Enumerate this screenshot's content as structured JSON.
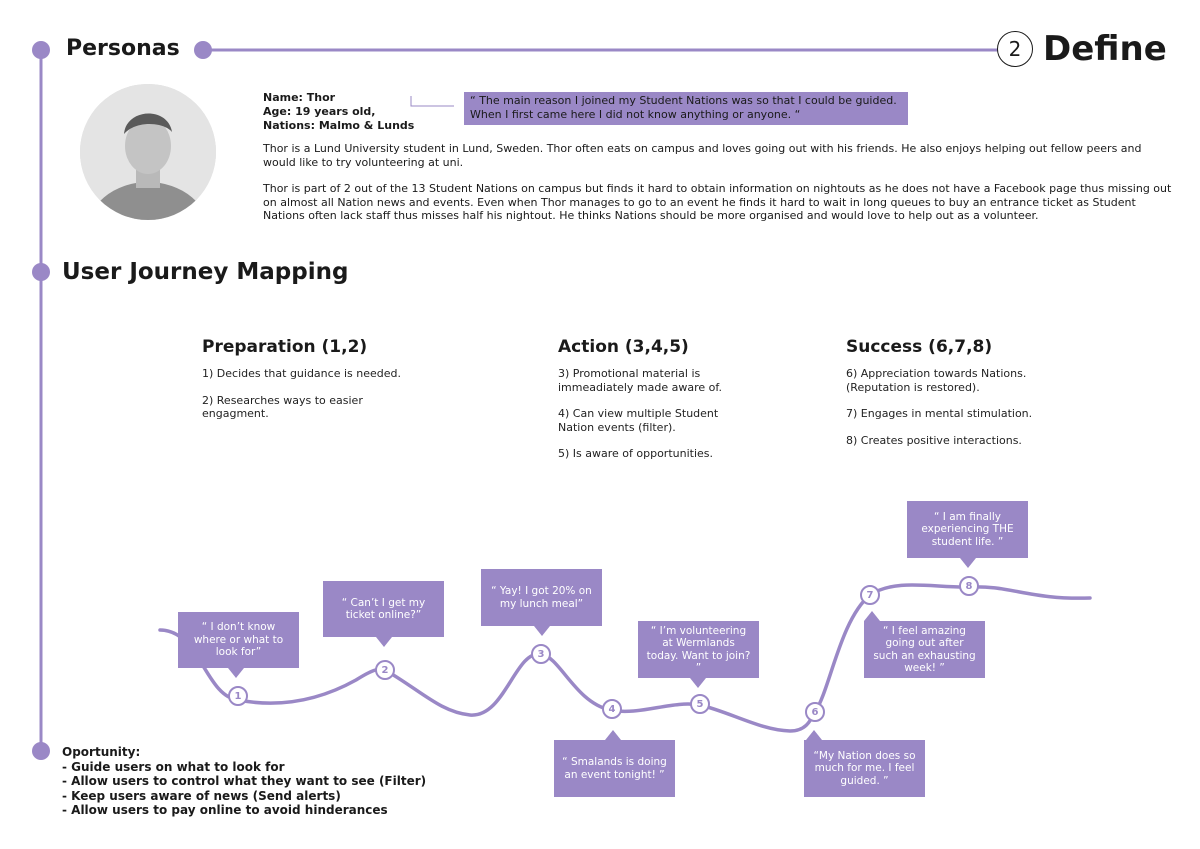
{
  "header": {
    "section_title": "Personas",
    "step_number": "2",
    "step_title": "Define"
  },
  "persona": {
    "name": "Name: Thor",
    "age": "Age: 19 years old,",
    "nations": "Nations: Malmo & Lunds",
    "quote": "“ The main reason I joined my Student Nations was so that I could be guided. When I first came here I did not know anything or anyone. “",
    "bio_1": "Thor is a Lund University student in Lund, Sweden. Thor often eats on campus and loves going out with his friends. He also enjoys helping out fellow peers and would like to try volunteering at uni.",
    "bio_2": "Thor is part of 2 out of the 13 Student Nations on campus but finds it hard to obtain information on nightouts as he does not have a Facebook page thus missing out on almost all Nation news and events. Even when Thor manages to go to an event he finds it hard to wait in long queues to buy an entrance ticket as Student Nations often lack staff thus misses half his nightout. He thinks Nations should be more organised and would love to help out as a volunteer."
  },
  "journey": {
    "title": "User Journey Mapping",
    "phases": [
      {
        "title": "Preparation (1,2)",
        "items": [
          "1) Decides that guidance is needed.",
          "2) Researches ways to easier engagment."
        ]
      },
      {
        "title": "Action (3,4,5)",
        "items": [
          "3) Promotional material is immeadiately made aware of.",
          "4) Can view multiple Student Nation events (filter).",
          "5) Is aware of opportunities."
        ]
      },
      {
        "title": "Success (6,7,8)",
        "items": [
          "6) Appreciation towards Nations. (Reputation is restored).",
          "7) Engages in mental stimulation.",
          "8) Creates positive interactions."
        ]
      }
    ],
    "steps": [
      {
        "number": "1",
        "quote": "“ I don’t know where or what to look for”"
      },
      {
        "number": "2",
        "quote": "“ Can’t I get my ticket online?”"
      },
      {
        "number": "3",
        "quote": "“ Yay! I got 20% on my lunch meal”"
      },
      {
        "number": "4",
        "quote": "“ Smalands is doing an event tonight! ”"
      },
      {
        "number": "5",
        "quote": "“ I’m volunteering at Wermlands today. Want to join? ”"
      },
      {
        "number": "6",
        "quote": "“My Nation does so much for me. I feel guided. ”"
      },
      {
        "number": "7",
        "quote": "“ I feel amazing going out after such an exhausting week! ”"
      },
      {
        "number": "8",
        "quote": "“ I am finally experiencing THE student life. ”"
      }
    ]
  },
  "opportunity": {
    "title": "Oportunity:",
    "items": [
      "- Guide users on what to look for",
      "- Allow users to control  what they want to see (Filter)",
      "- Keep users aware of news (Send alerts)",
      "- Allow users to pay online to avoid hinderances"
    ]
  },
  "colors": {
    "accent": "#9a88c6",
    "text": "#1a1a1a"
  }
}
